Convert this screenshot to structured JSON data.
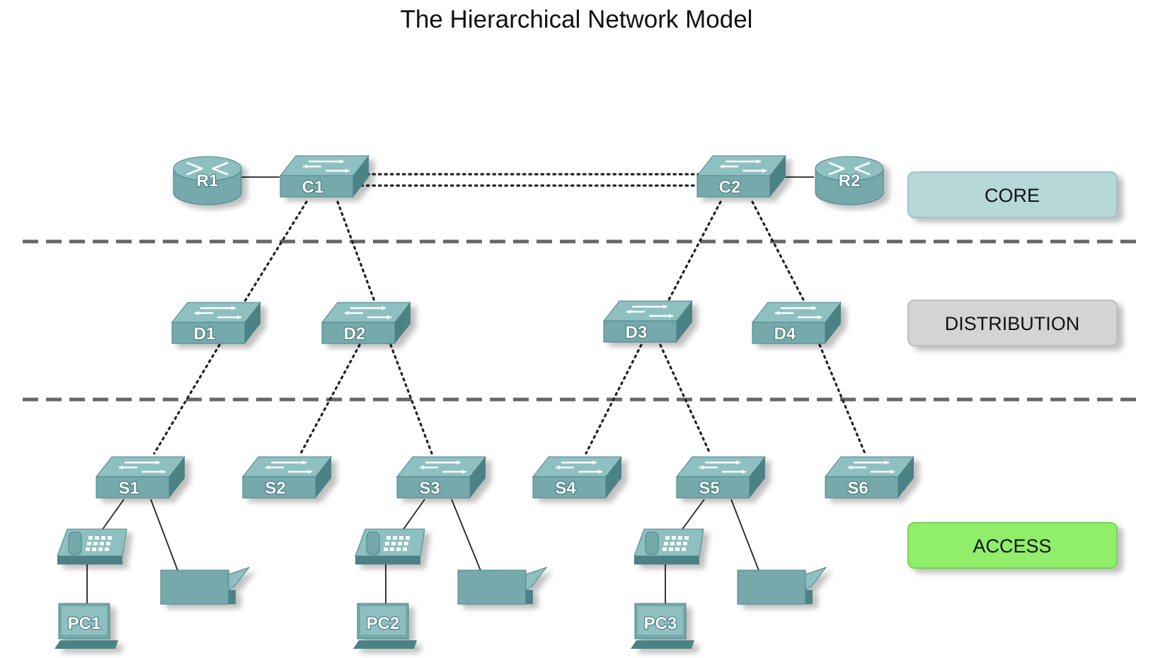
{
  "title": "The Hierarchical Network Model",
  "colors": {
    "device": "#74a9ab",
    "device_top": "#8ec0c2",
    "device_dark": "#4b8286",
    "core_label": "#b6d8d9",
    "distribution_label": "#d4d4d4",
    "access_label": "#90ee6a",
    "divider": "#666666"
  },
  "layers": [
    {
      "id": "core",
      "label": "CORE"
    },
    {
      "id": "distribution",
      "label": "DISTRIBUTION"
    },
    {
      "id": "access",
      "label": "ACCESS"
    }
  ],
  "routers": [
    {
      "id": "R1",
      "label": "R1",
      "icon": "router-icon"
    },
    {
      "id": "R2",
      "label": "R2",
      "icon": "router-icon"
    }
  ],
  "core_switches": [
    {
      "id": "C1",
      "label": "C1",
      "icon": "switch-icon"
    },
    {
      "id": "C2",
      "label": "C2",
      "icon": "switch-icon"
    }
  ],
  "distribution_switches": [
    {
      "id": "D1",
      "label": "D1",
      "icon": "switch-icon"
    },
    {
      "id": "D2",
      "label": "D2",
      "icon": "switch-icon"
    },
    {
      "id": "D3",
      "label": "D3",
      "icon": "switch-icon"
    },
    {
      "id": "D4",
      "label": "D4",
      "icon": "switch-icon"
    }
  ],
  "access_switches": [
    {
      "id": "S1",
      "label": "S1",
      "icon": "switch-icon"
    },
    {
      "id": "S2",
      "label": "S2",
      "icon": "switch-icon"
    },
    {
      "id": "S3",
      "label": "S3",
      "icon": "switch-icon"
    },
    {
      "id": "S4",
      "label": "S4",
      "icon": "switch-icon"
    },
    {
      "id": "S5",
      "label": "S5",
      "icon": "switch-icon"
    },
    {
      "id": "S6",
      "label": "S6",
      "icon": "switch-icon"
    }
  ],
  "end_devices": [
    {
      "id": "phone1",
      "icon": "ip-phone-icon"
    },
    {
      "id": "printer1",
      "icon": "printer-icon"
    },
    {
      "id": "PC1",
      "label": "PC1",
      "icon": "pc-icon"
    },
    {
      "id": "phone2",
      "icon": "ip-phone-icon"
    },
    {
      "id": "printer2",
      "icon": "printer-icon"
    },
    {
      "id": "PC2",
      "label": "PC2",
      "icon": "pc-icon"
    },
    {
      "id": "phone3",
      "icon": "ip-phone-icon"
    },
    {
      "id": "printer3",
      "icon": "printer-icon"
    },
    {
      "id": "PC3",
      "label": "PC3",
      "icon": "pc-icon"
    }
  ],
  "links": [
    {
      "from": "R1",
      "to": "C1",
      "style": "solid"
    },
    {
      "from": "C2",
      "to": "R2",
      "style": "solid"
    },
    {
      "from": "C1",
      "to": "C2",
      "style": "dotted-double"
    },
    {
      "from": "C1",
      "to": "D1",
      "style": "dotted"
    },
    {
      "from": "C1",
      "to": "D2",
      "style": "dotted"
    },
    {
      "from": "C2",
      "to": "D3",
      "style": "dotted"
    },
    {
      "from": "C2",
      "to": "D4",
      "style": "dotted"
    },
    {
      "from": "D1",
      "to": "S1",
      "style": "dotted"
    },
    {
      "from": "D2",
      "to": "S2",
      "style": "dotted"
    },
    {
      "from": "D2",
      "to": "S3",
      "style": "dotted"
    },
    {
      "from": "D3",
      "to": "S4",
      "style": "dotted"
    },
    {
      "from": "D3",
      "to": "S5",
      "style": "dotted"
    },
    {
      "from": "D4",
      "to": "S6",
      "style": "dotted"
    },
    {
      "from": "S1",
      "to": "phone1",
      "style": "solid"
    },
    {
      "from": "S1",
      "to": "printer1",
      "style": "solid"
    },
    {
      "from": "phone1",
      "to": "PC1",
      "style": "solid"
    },
    {
      "from": "S3",
      "to": "phone2",
      "style": "solid"
    },
    {
      "from": "S3",
      "to": "printer2",
      "style": "solid"
    },
    {
      "from": "phone2",
      "to": "PC2",
      "style": "solid"
    },
    {
      "from": "S5",
      "to": "phone3",
      "style": "solid"
    },
    {
      "from": "S5",
      "to": "printer3",
      "style": "solid"
    },
    {
      "from": "phone3",
      "to": "PC3",
      "style": "solid"
    }
  ]
}
